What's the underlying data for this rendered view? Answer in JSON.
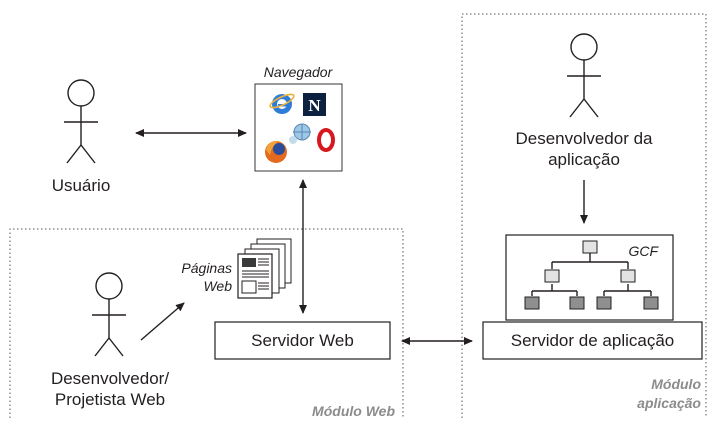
{
  "actors": {
    "usuario": "Usuário",
    "desenvolvedor_app_line1": "Desenvolvedor da",
    "desenvolvedor_app_line2": "aplicação",
    "projetista_line1": "Desenvolvedor/",
    "projetista_line2": "Projetista Web"
  },
  "browser": {
    "label": "Navegador",
    "icons": [
      "internet-explorer-icon",
      "netscape-icon",
      "firefox-icon",
      "browser-icon",
      "opera-icon"
    ]
  },
  "pages": {
    "label_line1": "Páginas",
    "label_line2": "Web"
  },
  "servers": {
    "web": "Servidor Web",
    "app": "Servidor de aplicação"
  },
  "gcf": {
    "label": "GCF"
  },
  "modules": {
    "web": "Módulo Web",
    "app_line1": "Módulo",
    "app_line2": "aplicação"
  },
  "colors": {
    "node_fill": "#8f8f8f",
    "node_light": "#e3e3e3",
    "module_label": "#8c8c8c"
  }
}
